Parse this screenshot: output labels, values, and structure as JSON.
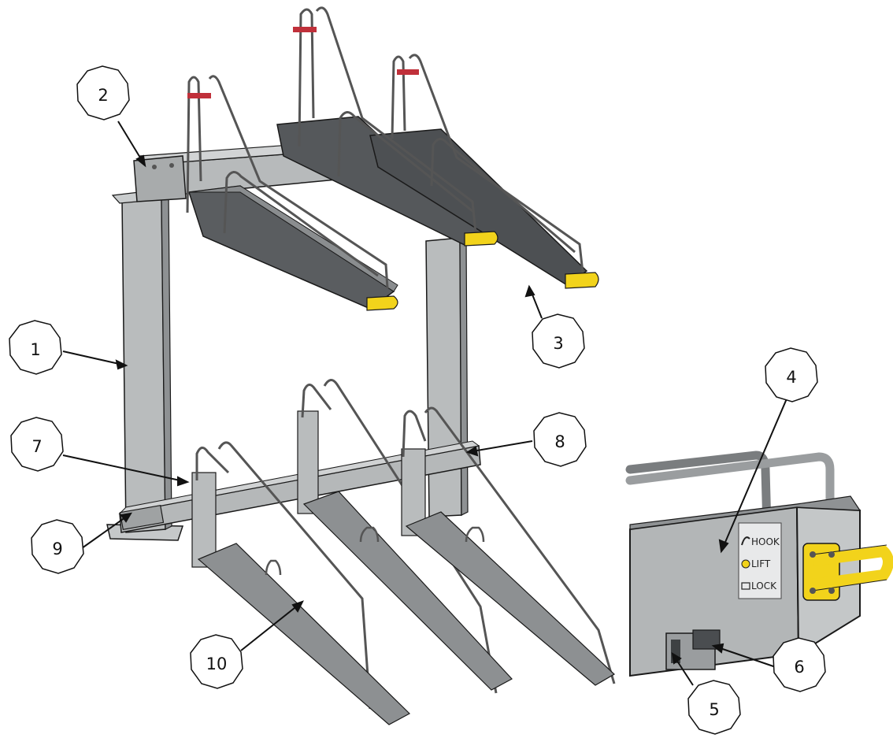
{
  "callouts": [
    {
      "id": "1",
      "label": "1"
    },
    {
      "id": "2",
      "label": "2"
    },
    {
      "id": "3",
      "label": "3"
    },
    {
      "id": "4",
      "label": "4"
    },
    {
      "id": "5",
      "label": "5"
    },
    {
      "id": "6",
      "label": "6"
    },
    {
      "id": "7",
      "label": "7"
    },
    {
      "id": "8",
      "label": "8"
    },
    {
      "id": "9",
      "label": "9"
    },
    {
      "id": "10",
      "label": "10"
    }
  ],
  "sticker": {
    "line1": "HOOK",
    "line2": "LIFT",
    "line3": "LOCK"
  },
  "colors": {
    "galvanized": "#b9bcbd",
    "galvanized_dark": "#6e7274",
    "tray_dark": "#4a4d50",
    "handle_yellow": "#f2d31b",
    "strap_red": "#c0303a",
    "outline": "#1a1a1a"
  }
}
